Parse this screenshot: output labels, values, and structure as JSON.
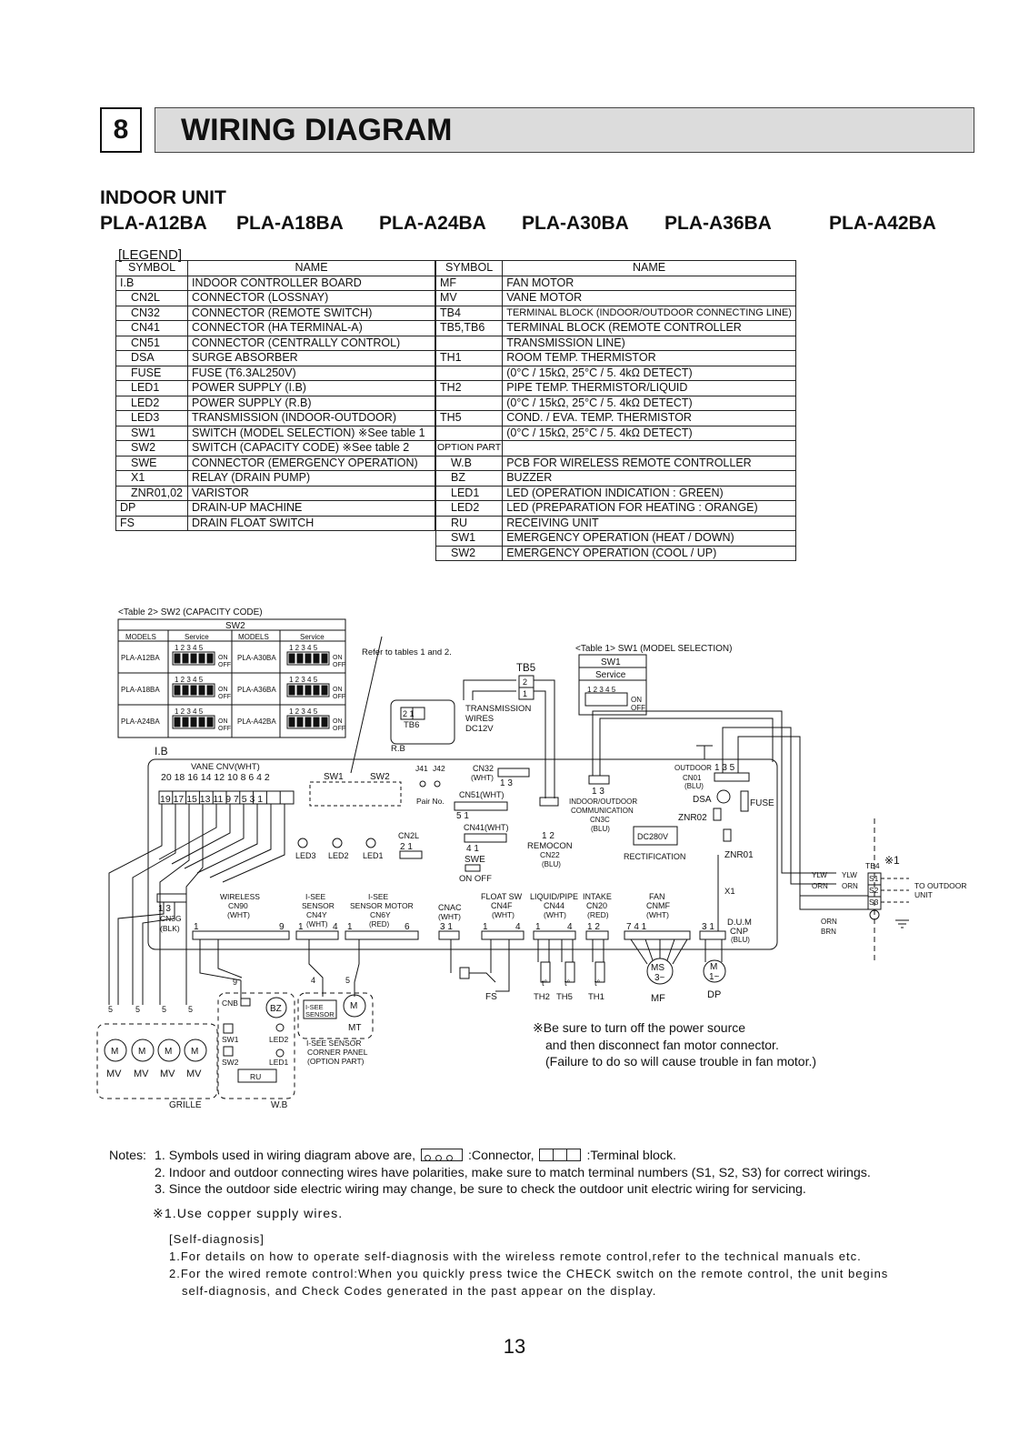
{
  "header": {
    "section_number": "8",
    "section_title": "WIRING DIAGRAM"
  },
  "unit": {
    "heading": "INDOOR UNIT",
    "models": [
      "PLA-A12BA",
      "PLA-A18BA",
      "PLA-A24BA",
      "PLA-A30BA",
      "PLA-A36BA",
      "PLA-A42BA"
    ]
  },
  "legend": {
    "label": "[LEGEND]",
    "headers": {
      "symbol": "SYMBOL",
      "name": "NAME"
    },
    "left_rows": [
      [
        "I.B",
        "INDOOR CONTROLLER BOARD"
      ],
      [
        "CN2L",
        "CONNECTOR (LOSSNAY)"
      ],
      [
        "CN32",
        "CONNECTOR (REMOTE SWITCH)"
      ],
      [
        "CN41",
        "CONNECTOR (HA TERMINAL-A)"
      ],
      [
        "CN51",
        "CONNECTOR (CENTRALLY CONTROL)"
      ],
      [
        "DSA",
        "SURGE ABSORBER"
      ],
      [
        "FUSE",
        "FUSE (T6.3AL250V)"
      ],
      [
        "LED1",
        "POWER SUPPLY (I.B)"
      ],
      [
        "LED2",
        "POWER SUPPLY (R.B)"
      ],
      [
        "LED3",
        "TRANSMISSION (INDOOR-OUTDOOR)"
      ],
      [
        "SW1",
        "SWITCH (MODEL SELECTION) ※See table 1"
      ],
      [
        "SW2",
        "SWITCH (CAPACITY CODE) ※See table 2"
      ],
      [
        "SWE",
        "CONNECTOR (EMERGENCY OPERATION)"
      ],
      [
        "X1",
        "RELAY (DRAIN PUMP)"
      ],
      [
        "ZNR01,02",
        "VARISTOR"
      ],
      [
        "DP",
        "DRAIN-UP MACHINE"
      ],
      [
        "FS",
        "DRAIN FLOAT SWITCH"
      ]
    ],
    "right_rows": [
      [
        "MF",
        "FAN MOTOR"
      ],
      [
        "MV",
        "VANE MOTOR"
      ],
      [
        "TB4",
        "TERMINAL BLOCK (INDOOR/OUTDOOR CONNECTING LINE)"
      ],
      [
        "TB5,TB6",
        "TERMINAL BLOCK (REMOTE CONTROLLER"
      ],
      [
        "",
        "TRANSMISSION LINE)"
      ],
      [
        "TH1",
        "ROOM TEMP. THERMISTOR"
      ],
      [
        "",
        "(0°C / 15kΩ, 25°C / 5. 4kΩ DETECT)"
      ],
      [
        "TH2",
        "PIPE TEMP. THERMISTOR/LIQUID"
      ],
      [
        "",
        "(0°C / 15kΩ, 25°C / 5. 4kΩ DETECT)"
      ],
      [
        "TH5",
        "COND. / EVA. TEMP. THERMISTOR"
      ],
      [
        "",
        "(0°C / 15kΩ, 25°C / 5. 4kΩ DETECT)"
      ],
      [
        "OPTION PART",
        ""
      ],
      [
        "W.B",
        "PCB FOR WIRELESS REMOTE CONTROLLER"
      ],
      [
        "BZ",
        "BUZZER"
      ],
      [
        "LED1",
        "LED (OPERATION INDICATION : GREEN)"
      ],
      [
        "LED2",
        "LED (PREPARATION FOR HEATING : ORANGE)"
      ],
      [
        "RU",
        "RECEIVING UNIT"
      ],
      [
        "SW1",
        "EMERGENCY OPERATION (HEAT / DOWN)"
      ],
      [
        "SW2",
        "EMERGENCY OPERATION (COOL / UP)"
      ]
    ]
  },
  "table2": {
    "title": "<Table 2> SW2 (CAPACITY CODE)",
    "header": "SW2",
    "col_models": "MODELS",
    "col_service": "Service",
    "models_left": [
      "PLA-A12BA",
      "PLA-A18BA",
      "PLA-A24BA"
    ],
    "models_right": [
      "PLA-A30BA",
      "PLA-A36BA",
      "PLA-A42BA"
    ],
    "dip_numbers": "1 2 3 4 5",
    "on": "ON",
    "off": "OFF"
  },
  "table1": {
    "title": "<Table 1> SW1 (MODEL SELECTION)",
    "header": "SW1",
    "service": "Service"
  },
  "diagram_labels": {
    "refer": "Refer to tables 1 and 2.",
    "tb5": "TB5",
    "tb6": "TB6",
    "rb": "R.B",
    "transmission": "TRANSMISSION",
    "wires": "WIRES",
    "dc12v": "DC12V",
    "ib": "I.B",
    "vane_cnv": "VANE CNV(WHT)",
    "vane_top_pins": "20 18 16 14 12 10  8   6   4   2",
    "vane_bot_pins": "19 17 15 13 11  9   7   5   3   1",
    "sw1": "SW1",
    "sw2": "SW2",
    "j41": "J41",
    "j42": "J42",
    "pair_no": "Pair No.",
    "cn32": "CN32",
    "wht": "(WHT)",
    "cn51": "CN51(WHT)",
    "cn41": "CN41(WHT)",
    "cn2l": "CN2L",
    "swe": "SWE",
    "on_off": "ON  OFF",
    "led3": "LED3",
    "led2": "LED2",
    "led1": "LED1",
    "indoor_outdoor": "INDOOR/OUTDOOR",
    "communication": "COMMUNICATION",
    "cn3c": "CN3C",
    "blu": "(BLU)",
    "remocon": "REMOCON",
    "cn22": "CN22",
    "outdoor": "OUTDOOR",
    "cn01": "CN01",
    "dsa": "DSA",
    "fuse": "FUSE",
    "znr02": "ZNR02",
    "znr01": "ZNR01",
    "dc280v": "DC280V",
    "rectification": "RECTIFICATION",
    "tb4": "TB4",
    "star1": "※1",
    "to_outdoor": "TO OUTDOOR",
    "unit": "UNIT",
    "x1": "X1",
    "ylw": "YLW",
    "orn": "ORN",
    "brn": "BRN",
    "s1": "S1",
    "s2": "S2",
    "s3": "S3",
    "cn3g": "CN3G",
    "blk": "(BLK)",
    "wireless": "WIRELESS",
    "cn90": "CN90",
    "isee_sensor": "I-SEE",
    "sensor": "SENSOR",
    "cn4y": "CN4Y",
    "sensor_motor": "SENSOR MOTOR",
    "cn6y": "CN6Y",
    "red": "(RED)",
    "cnac": "CNAC",
    "float_sw": "FLOAT SW",
    "cn4f": "CN4F",
    "liquid_pipe": "LIQUID/PIPE",
    "cn44": "CN44",
    "intake": "INTAKE",
    "cn20": "CN20",
    "fan": "FAN",
    "cnmf": "CNMF",
    "dum": "D.U.M",
    "cnp": "CNP",
    "fs": "FS",
    "th2": "TH2",
    "th5": "TH5",
    "th1": "TH1",
    "mf": "MF",
    "dp": "DP",
    "ms3": "MS",
    "three": "3~",
    "m": "M",
    "one": "1~",
    "cnb": "CNB",
    "bz": "BZ",
    "isee_corner": "I-SEE SENSOR",
    "corner_panel": "CORNER PANEL",
    "option_part": "(OPTION PART)",
    "mt": "MT",
    "ru": "RU",
    "mv": "MV",
    "grille": "GRILLE",
    "wb": "W.B"
  },
  "warning": {
    "line1": "※Be sure to turn off the power source",
    "line2": "and then disconnect fan motor connector.",
    "line3": "(Failure to do so will cause trouble in fan motor.)"
  },
  "notes": {
    "prefix": "Notes:",
    "n1_a": "1.  Symbols used in wiring diagram above are,",
    "n1_b": ":Connector,",
    "n1_c": ":Terminal block.",
    "n2": "2.  Indoor and outdoor connecting wires have polarities, make sure to match terminal numbers (S1, S2, S3) for correct wirings.",
    "n3": "3.  Since the outdoor side electric wiring may change, be sure to check the outdoor unit electric wiring for servicing.",
    "star": "※1.Use copper supply wires."
  },
  "self_diagnosis": {
    "title": "[Self-diagnosis]",
    "line1": "1.For details on how to operate self-diagnosis with the wireless remote control,refer to the technical manuals etc.",
    "line2": "2.For the wired remote control:When you quickly press twice the CHECK switch on the remote control, the unit begins",
    "line3": "self-diagnosis, and Check Codes generated in the past appear on the display."
  },
  "page_number": "13"
}
